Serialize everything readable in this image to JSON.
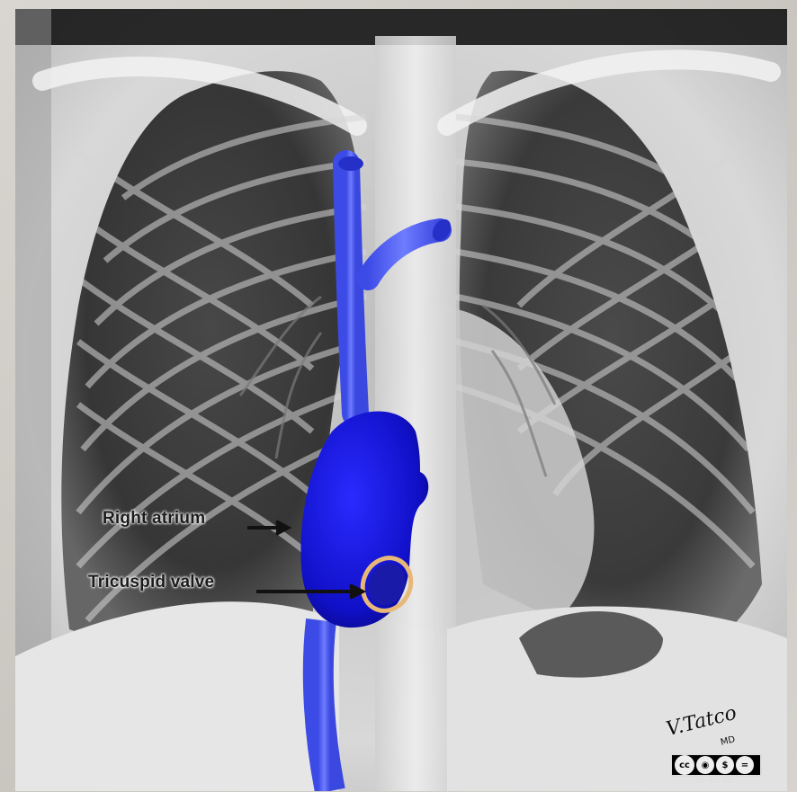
{
  "image": {
    "subject": "chest-radiograph",
    "accent_colors": {
      "vessel": "#4d5cf0",
      "atrium": "#1616d8",
      "valve_ring": "#e8b878"
    }
  },
  "annotations": {
    "right_atrium": "Right atrium",
    "tricuspid_valve": "Tricuspid valve"
  },
  "credit": {
    "signature": "V.Tatco",
    "signature_suffix": "MD",
    "license_badge": "cc",
    "license_terms": "BY NC ND"
  }
}
